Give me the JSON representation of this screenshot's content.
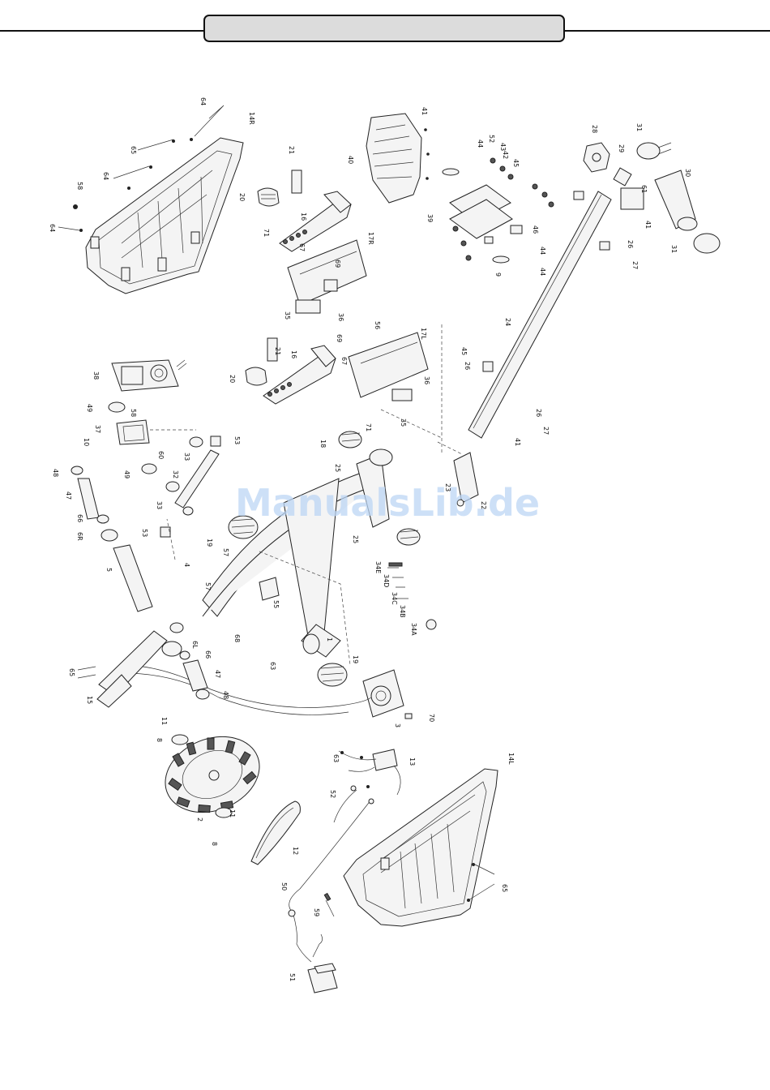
{
  "header": {
    "title": ""
  },
  "watermark": "ManualsLib.de",
  "part_labels": [
    {
      "id": "64a",
      "text": "64"
    },
    {
      "id": "14R",
      "text": "14R"
    },
    {
      "id": "65a",
      "text": "65"
    },
    {
      "id": "64b",
      "text": "64"
    },
    {
      "id": "58a",
      "text": "58"
    },
    {
      "id": "64c",
      "text": "64"
    },
    {
      "id": "21a",
      "text": "21"
    },
    {
      "id": "20a",
      "text": "20"
    },
    {
      "id": "16a",
      "text": "16"
    },
    {
      "id": "71a",
      "text": "71"
    },
    {
      "id": "17R",
      "text": "17R"
    },
    {
      "id": "67a",
      "text": "67"
    },
    {
      "id": "69a",
      "text": "69"
    },
    {
      "id": "35a",
      "text": "35"
    },
    {
      "id": "36a",
      "text": "36"
    },
    {
      "id": "56",
      "text": "56"
    },
    {
      "id": "41a",
      "text": "41"
    },
    {
      "id": "40",
      "text": "40"
    },
    {
      "id": "44a",
      "text": "44"
    },
    {
      "id": "52a",
      "text": "52"
    },
    {
      "id": "43",
      "text": "43"
    },
    {
      "id": "42",
      "text": "42"
    },
    {
      "id": "45a",
      "text": "45"
    },
    {
      "id": "39",
      "text": "39"
    },
    {
      "id": "46",
      "text": "46"
    },
    {
      "id": "44b",
      "text": "44"
    },
    {
      "id": "44c",
      "text": "44"
    },
    {
      "id": "9",
      "text": "9"
    },
    {
      "id": "28",
      "text": "28"
    },
    {
      "id": "31a",
      "text": "31"
    },
    {
      "id": "29",
      "text": "29"
    },
    {
      "id": "30",
      "text": "30"
    },
    {
      "id": "61",
      "text": "61"
    },
    {
      "id": "41b",
      "text": "41"
    },
    {
      "id": "26a",
      "text": "26"
    },
    {
      "id": "27a",
      "text": "27"
    },
    {
      "id": "31b",
      "text": "31"
    },
    {
      "id": "24",
      "text": "24"
    },
    {
      "id": "38",
      "text": "38"
    },
    {
      "id": "49a",
      "text": "49"
    },
    {
      "id": "58b",
      "text": "58"
    },
    {
      "id": "37",
      "text": "37"
    },
    {
      "id": "10",
      "text": "10"
    },
    {
      "id": "60",
      "text": "60"
    },
    {
      "id": "49b",
      "text": "49"
    },
    {
      "id": "21b",
      "text": "21"
    },
    {
      "id": "16b",
      "text": "16"
    },
    {
      "id": "20b",
      "text": "20"
    },
    {
      "id": "67b",
      "text": "67"
    },
    {
      "id": "69b",
      "text": "69"
    },
    {
      "id": "17L",
      "text": "17L"
    },
    {
      "id": "36b",
      "text": "36"
    },
    {
      "id": "35b",
      "text": "35"
    },
    {
      "id": "71b",
      "text": "71"
    },
    {
      "id": "45b",
      "text": "45"
    },
    {
      "id": "26b",
      "text": "26"
    },
    {
      "id": "26c",
      "text": "26"
    },
    {
      "id": "27b",
      "text": "27"
    },
    {
      "id": "41c",
      "text": "41"
    },
    {
      "id": "18",
      "text": "18"
    },
    {
      "id": "53a",
      "text": "53"
    },
    {
      "id": "33a",
      "text": "33"
    },
    {
      "id": "32",
      "text": "32"
    },
    {
      "id": "33b",
      "text": "33"
    },
    {
      "id": "53b",
      "text": "53"
    },
    {
      "id": "48a",
      "text": "48"
    },
    {
      "id": "47a",
      "text": "47"
    },
    {
      "id": "66a",
      "text": "66"
    },
    {
      "id": "6R",
      "text": "6R"
    },
    {
      "id": "5",
      "text": "5"
    },
    {
      "id": "25a",
      "text": "25"
    },
    {
      "id": "23",
      "text": "23"
    },
    {
      "id": "22",
      "text": "22"
    },
    {
      "id": "25b",
      "text": "25"
    },
    {
      "id": "19a",
      "text": "19"
    },
    {
      "id": "4",
      "text": "4"
    },
    {
      "id": "57a",
      "text": "57"
    },
    {
      "id": "57b",
      "text": "57"
    },
    {
      "id": "55",
      "text": "55"
    },
    {
      "id": "34E",
      "text": "34E"
    },
    {
      "id": "34D",
      "text": "34D"
    },
    {
      "id": "34C",
      "text": "34C"
    },
    {
      "id": "34B",
      "text": "34B"
    },
    {
      "id": "34A",
      "text": "34A"
    },
    {
      "id": "68",
      "text": "68"
    },
    {
      "id": "6L",
      "text": "6L"
    },
    {
      "id": "66b",
      "text": "66"
    },
    {
      "id": "47b",
      "text": "47"
    },
    {
      "id": "48b",
      "text": "48"
    },
    {
      "id": "1",
      "text": "1"
    },
    {
      "id": "63a",
      "text": "63"
    },
    {
      "id": "19b",
      "text": "19"
    },
    {
      "id": "65b",
      "text": "65"
    },
    {
      "id": "15",
      "text": "15"
    },
    {
      "id": "3",
      "text": "3"
    },
    {
      "id": "70",
      "text": "70"
    },
    {
      "id": "11a",
      "text": "11"
    },
    {
      "id": "8a",
      "text": "8"
    },
    {
      "id": "2",
      "text": "2"
    },
    {
      "id": "11b",
      "text": "11"
    },
    {
      "id": "8b",
      "text": "8"
    },
    {
      "id": "12",
      "text": "12"
    },
    {
      "id": "63b",
      "text": "63"
    },
    {
      "id": "13",
      "text": "13"
    },
    {
      "id": "52b",
      "text": "52"
    },
    {
      "id": "14L",
      "text": "14L"
    },
    {
      "id": "65c",
      "text": "65"
    },
    {
      "id": "50",
      "text": "50"
    },
    {
      "id": "59",
      "text": "59"
    },
    {
      "id": "51",
      "text": "51"
    }
  ]
}
